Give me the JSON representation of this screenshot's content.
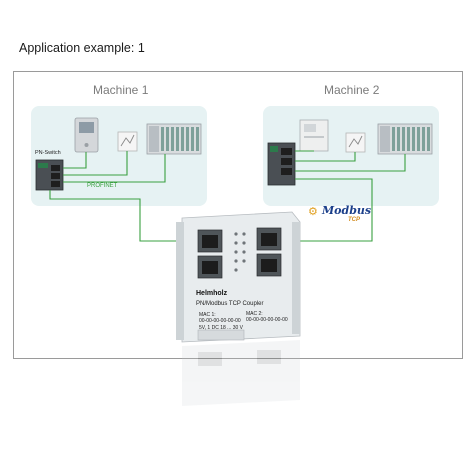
{
  "title": "Application example: 1",
  "machine1": {
    "label": "Machine 1"
  },
  "machine2": {
    "label": "Machine 2"
  },
  "switch_label": "PN-Switch",
  "profinet_label": "PROFINET",
  "modbus": {
    "word": "Modbus",
    "sub": "TCP"
  },
  "coupler": {
    "brand": "Helmholz",
    "product": "PN/Modbus TCP Coupler",
    "mac1": "MAC 1:",
    "mac1_value": "00-00-00-00-00-00",
    "mac2": "MAC 2:",
    "mac2_value": "00-00-00-00-00-00",
    "voltage": "5V, 1 DC 18 ... 30 V"
  },
  "colors": {
    "panel": "#e6f2f3",
    "profinet_line": "#3aa040",
    "frame": "#9a9a9a"
  }
}
